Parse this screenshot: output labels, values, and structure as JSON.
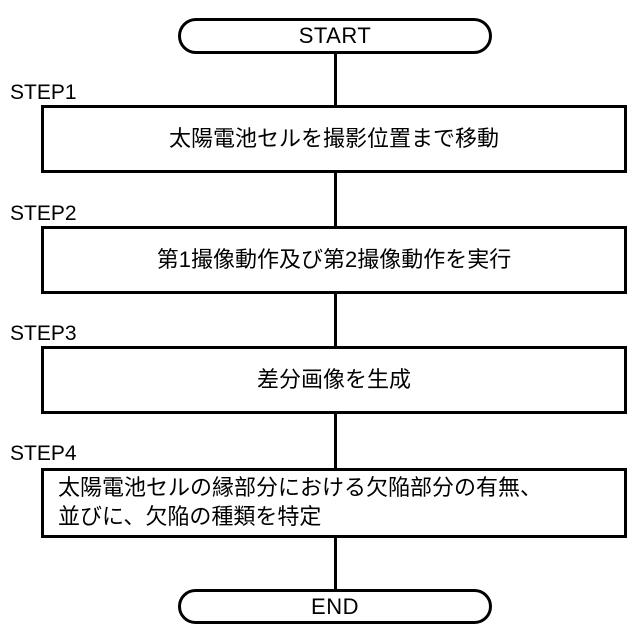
{
  "diagram": {
    "title": "Solar cell inspection flowchart",
    "line_color": "#000000",
    "background": "#ffffff",
    "terminals": [
      {
        "id": "start",
        "label": "START"
      },
      {
        "id": "end",
        "label": "END"
      }
    ],
    "steps": [
      {
        "id": "step1",
        "caption": "STEP1",
        "text": "太陽電池セルを撮影位置まで移動",
        "align": "center"
      },
      {
        "id": "step2",
        "caption": "STEP2",
        "text": "第1撮像動作及び第2撮像動作を実行",
        "align": "center"
      },
      {
        "id": "step3",
        "caption": "STEP3",
        "text": "差分画像を生成",
        "align": "center"
      },
      {
        "id": "step4",
        "caption": "STEP4",
        "text": "太陽電池セルの縁部分における欠陥部分の有無、\n並びに、欠陥の種類を特定",
        "align": "left"
      }
    ],
    "connectors": [
      {
        "id": "start-to-step1",
        "from": "start",
        "to": "step1"
      },
      {
        "id": "step1-to-step2",
        "from": "step1",
        "to": "step2"
      },
      {
        "id": "step2-to-step3",
        "from": "step2",
        "to": "step3"
      },
      {
        "id": "step3-to-step4",
        "from": "step3",
        "to": "step4"
      },
      {
        "id": "step4-to-end",
        "from": "step4",
        "to": "end"
      }
    ]
  }
}
